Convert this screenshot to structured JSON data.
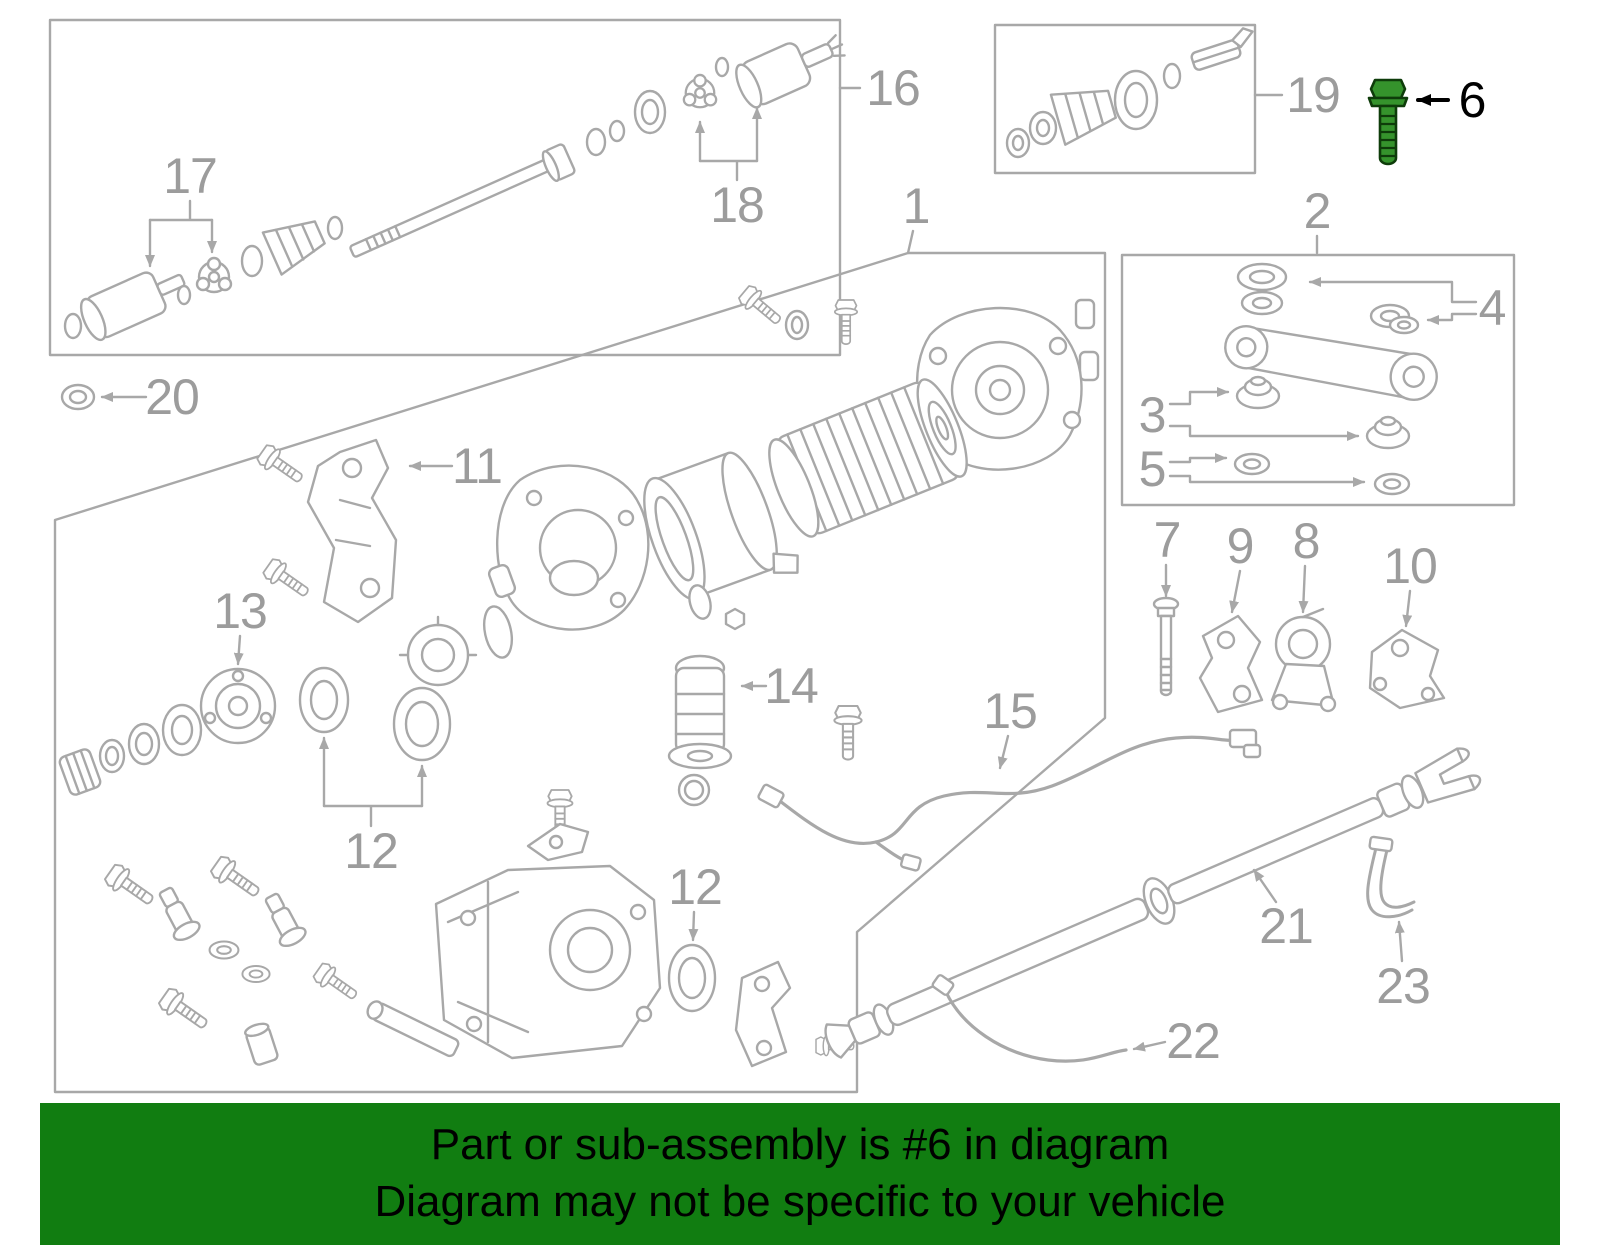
{
  "diagram": {
    "callouts": {
      "p1": "1",
      "p2": "2",
      "p3": "3",
      "p4": "4",
      "p5": "5",
      "p6": "6",
      "p7": "7",
      "p8": "8",
      "p9": "9",
      "p10": "10",
      "p11": "11",
      "p12a": "12",
      "p12b": "12",
      "p13": "13",
      "p14": "14",
      "p15": "15",
      "p16": "16",
      "p17": "17",
      "p18": "18",
      "p19": "19",
      "p20": "20",
      "p21": "21",
      "p22": "22",
      "p23": "23"
    },
    "highlighted_part": "6",
    "colors": {
      "highlight_fill": "#35932c",
      "highlight_stroke": "#0e3c0a",
      "line_gray": "#a8a8a8",
      "callout_gray": "#9c9c9c",
      "banner_green": "#117d11"
    }
  },
  "banner": {
    "line1": "Part or sub-assembly is #6 in diagram",
    "line2": "Diagram may not be specific to your vehicle"
  }
}
